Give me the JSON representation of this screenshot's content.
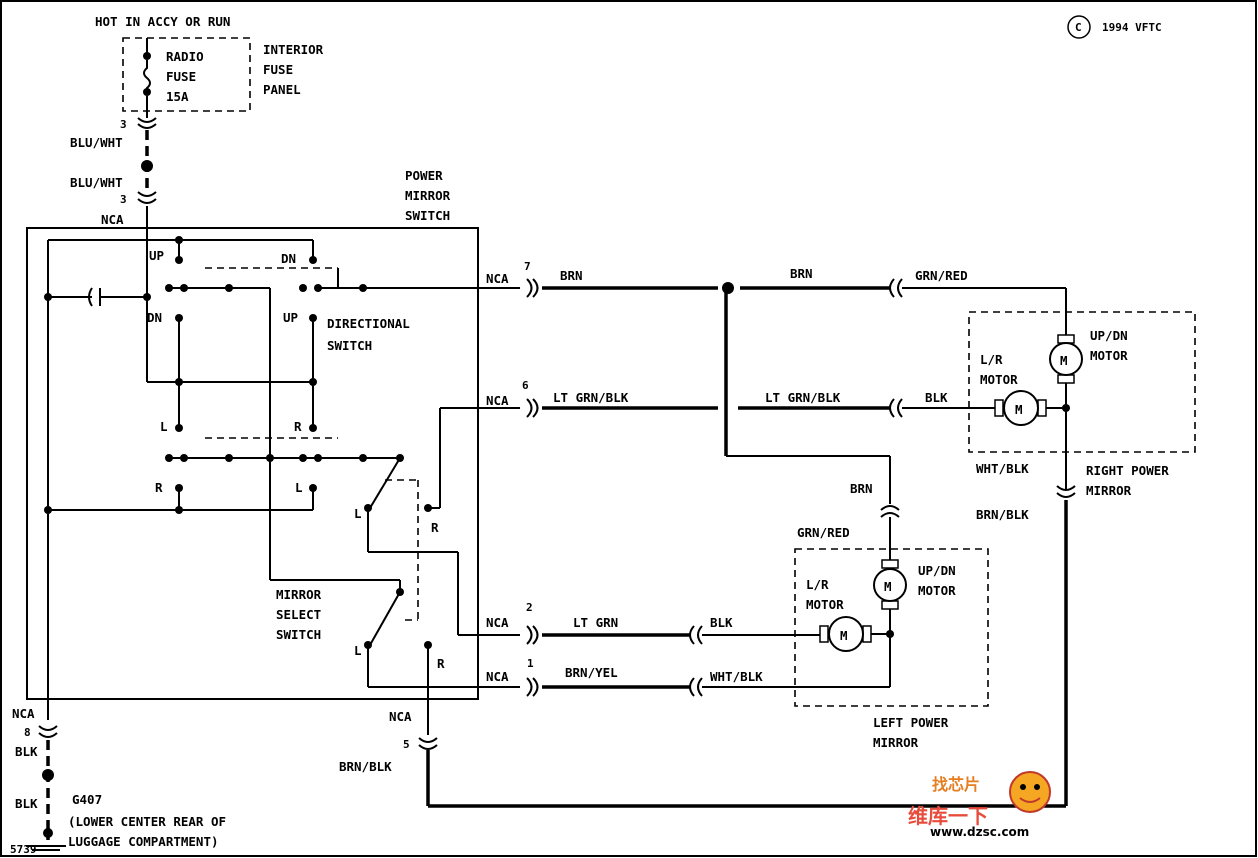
{
  "header": {
    "supply": "HOT IN ACCY OR RUN",
    "copyright": "1994 VFTC",
    "copyright_symbol": "C"
  },
  "fuse": {
    "line1": "RADIO",
    "line2": "FUSE",
    "line3": "15A"
  },
  "fuse_panel": {
    "line1": "INTERIOR",
    "line2": "FUSE",
    "line3": "PANEL"
  },
  "switch_box": {
    "line1": "POWER",
    "line2": "MIRROR",
    "line3": "SWITCH"
  },
  "directional_switch": {
    "line1": "DIRECTIONAL",
    "line2": "SWITCH"
  },
  "mirror_select_switch": {
    "line1": "MIRROR",
    "line2": "SELECT",
    "line3": "SWITCH"
  },
  "right_mirror": {
    "line1": "RIGHT POWER",
    "line2": "MIRROR",
    "updn_line1": "UP/DN",
    "updn_line2": "MOTOR",
    "lr_line1": "L/R",
    "lr_line2": "MOTOR"
  },
  "left_mirror": {
    "line1": "LEFT POWER",
    "line2": "MIRROR",
    "updn_line1": "UP/DN",
    "updn_line2": "MOTOR",
    "lr_line1": "L/R",
    "lr_line2": "MOTOR"
  },
  "motor_symbol": "M",
  "ground": {
    "name": "G407",
    "line1": "(LOWER CENTER REAR OF",
    "line2": "LUGGAGE COMPARTMENT)",
    "code": "5739"
  },
  "pins": {
    "p3": "3",
    "p7": "7",
    "p6": "6",
    "p2": "2",
    "p1": "1",
    "p5": "5",
    "p8": "8"
  },
  "contacts": {
    "up": "UP",
    "dn": "DN",
    "l": "L",
    "r": "R"
  },
  "wires": {
    "blu_wht": "BLU/WHT",
    "nca": "NCA",
    "brn": "BRN",
    "grn_red": "GRN/RED",
    "lt_grn_blk": "LT GRN/BLK",
    "blk": "BLK",
    "wht_blk": "WHT/BLK",
    "brn_blk": "BRN/BLK",
    "lt_grn": "LT GRN",
    "brn_yel": "BRN/YEL"
  },
  "watermark": {
    "top": "找芯片",
    "middle": "维库一下",
    "url": "www.dzsc.com"
  }
}
